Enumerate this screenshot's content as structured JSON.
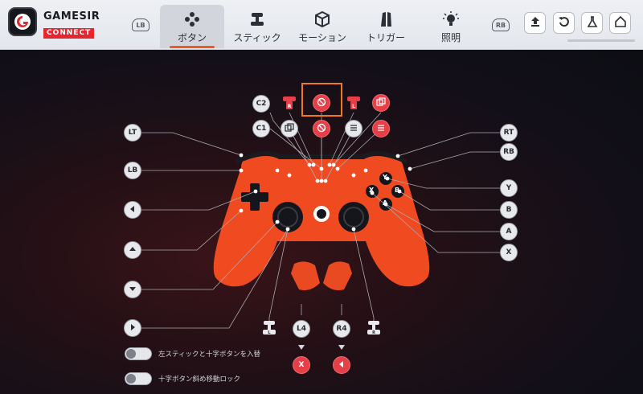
{
  "app": {
    "brand_line1": "GAMESIR",
    "brand_line2": "CONNECT"
  },
  "header": {
    "left_bumper_tag": "LB",
    "right_bumper_tag": "RB",
    "tabs": [
      {
        "label": "ボタン",
        "icon": "gamepad-buttons-icon",
        "active": true
      },
      {
        "label": "スティック",
        "icon": "joystick-icon",
        "active": false
      },
      {
        "label": "モーション",
        "icon": "cube-motion-icon",
        "active": false
      },
      {
        "label": "トリガー",
        "icon": "trigger-icon",
        "active": false
      },
      {
        "label": "照明",
        "icon": "bulb-icon",
        "active": false
      }
    ],
    "toolbar_icons": [
      "upload-icon",
      "reset-icon",
      "flask-icon",
      "home-icon"
    ]
  },
  "left_labels": {
    "lt": "LT",
    "lb": "LB"
  },
  "right_labels": {
    "rt": "RT",
    "rb": "RB",
    "y": "Y",
    "b": "B",
    "a": "A",
    "x": "X"
  },
  "top_labels": {
    "c2": "C2",
    "c1": "C1"
  },
  "face_buttons": {
    "y": "Y",
    "x": "X",
    "b": "B",
    "a": "A"
  },
  "bottom": {
    "l4": "L4",
    "r4": "R4",
    "l4_mapped": "X"
  },
  "toggles": [
    {
      "label": "左スティックと十字ボタンを入替",
      "on": false
    },
    {
      "label": "十字ボタン斜め移動ロック",
      "on": false
    }
  ],
  "colors": {
    "accent": "#f05a23",
    "controller": "#f04a20",
    "red_button": "#e73f48",
    "highlight": "#f07a1b"
  }
}
